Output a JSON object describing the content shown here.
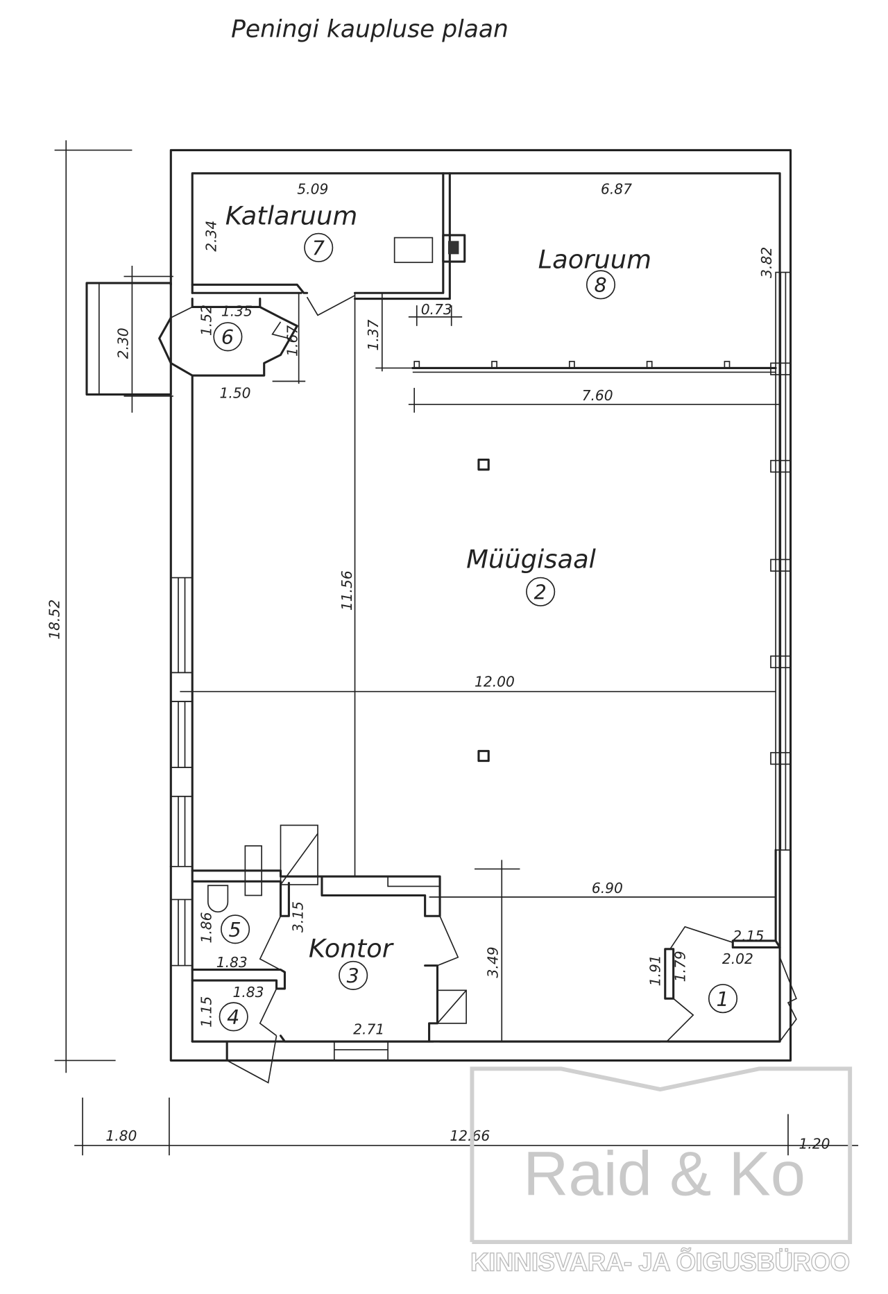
{
  "title": "Peningi kaupluse plaan",
  "rooms": [
    {
      "number": "1",
      "name": ""
    },
    {
      "number": "2",
      "name": "Müügisaal"
    },
    {
      "number": "3",
      "name": "Kontor"
    },
    {
      "number": "4",
      "name": ""
    },
    {
      "number": "5",
      "name": ""
    },
    {
      "number": "6",
      "name": ""
    },
    {
      "number": "7",
      "name": "Katlaruum"
    },
    {
      "number": "8",
      "name": "Laoruum"
    }
  ],
  "dimensions": {
    "total_height": "18.52",
    "total_width": "12.66",
    "left_offset": "1.80",
    "right_offset": "1.20",
    "porch": "2.30",
    "katlaruum_width": "5.09",
    "katlaruum_height": "2.34",
    "laoruum_width": "6.87",
    "laoruum_height": "3.82",
    "room6_width_top": "1.35",
    "room6_width_bottom": "1.50",
    "room6_height": "1.52",
    "room6_depth": "1.67",
    "corridor": "1.37",
    "chimney": "0.73",
    "partition_width": "7.60",
    "hall_height": "11.56",
    "hall_width": "12.00",
    "hall_lower_width": "6.90",
    "hall_lower_height": "3.49",
    "kontor_height": "3.15",
    "kontor_width": "2.71",
    "room5_height": "1.86",
    "room5_width": "1.83",
    "room4_width": "1.83",
    "room4_height": "1.15",
    "room1_a": "2.15",
    "room1_b": "2.02",
    "room1_c": "1.91",
    "room1_d": "1.79"
  },
  "watermark": {
    "brand": "Raid & Ko",
    "tagline": "KINNISVARA- JA ÕIGUSBÜROO"
  }
}
